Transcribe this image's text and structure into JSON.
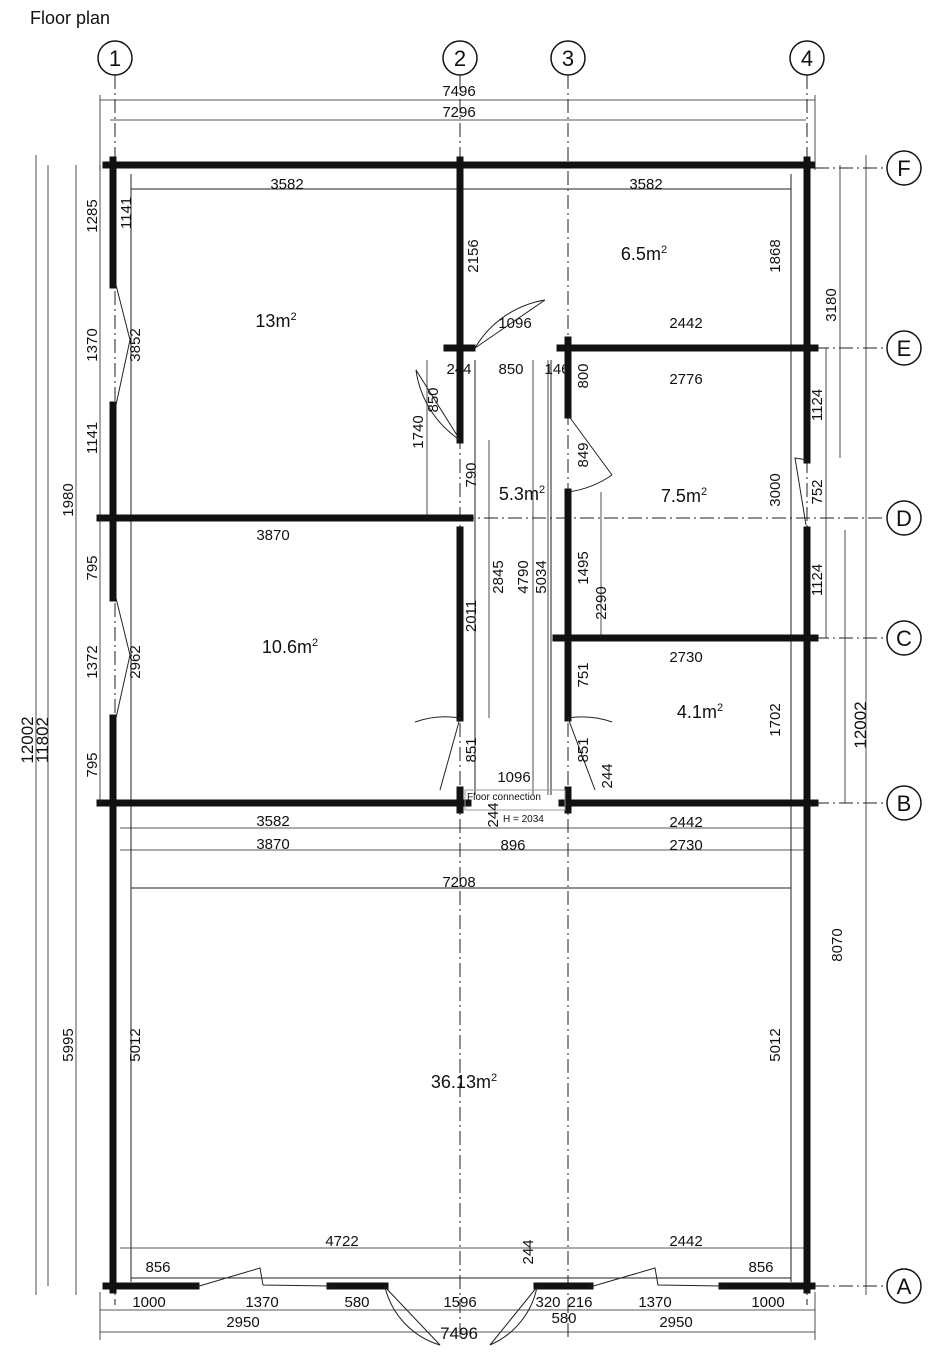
{
  "title": "Floor plan",
  "grid_cols": [
    "1",
    "2",
    "3",
    "4"
  ],
  "grid_rows": [
    "F",
    "E",
    "D",
    "C",
    "B",
    "A"
  ],
  "rooms": [
    {
      "base": "13m",
      "sup": "2"
    },
    {
      "base": "6.5m",
      "sup": "2"
    },
    {
      "base": "5.3m",
      "sup": "2"
    },
    {
      "base": "7.5m",
      "sup": "2"
    },
    {
      "base": "10.6m",
      "sup": "2"
    },
    {
      "base": "4.1m",
      "sup": "2"
    },
    {
      "base": "36.13m",
      "sup": "2"
    }
  ],
  "dims": [
    "7496",
    "7296",
    "3582",
    "3582",
    "1096",
    "2442",
    "244",
    "850",
    "146",
    "800",
    "2776",
    "3870",
    "2730",
    "1096",
    "3582",
    "2442",
    "3870",
    "2730",
    "896",
    "7208",
    "4722",
    "2442",
    "856",
    "856",
    "244",
    "1000",
    "1370",
    "580",
    "1596",
    "320",
    "216",
    "1370",
    "1000",
    "2950",
    "580",
    "2950",
    "7496",
    "12002",
    "11802",
    "1285",
    "1370",
    "1980",
    "1372",
    "795",
    "5995",
    "1141",
    "3852",
    "1141",
    "795",
    "2962",
    "5012",
    "2156",
    "850",
    "1740",
    "790",
    "2011",
    "851",
    "244",
    "2845",
    "4790",
    "5034",
    "849",
    "1495",
    "751",
    "851",
    "2290",
    "244",
    "1868",
    "3000",
    "1702",
    "5012",
    "3180",
    "1124",
    "752",
    "1124",
    "12002",
    "8070"
  ],
  "floor_connection": {
    "label": "Floor connection",
    "height": "H = 2034"
  }
}
